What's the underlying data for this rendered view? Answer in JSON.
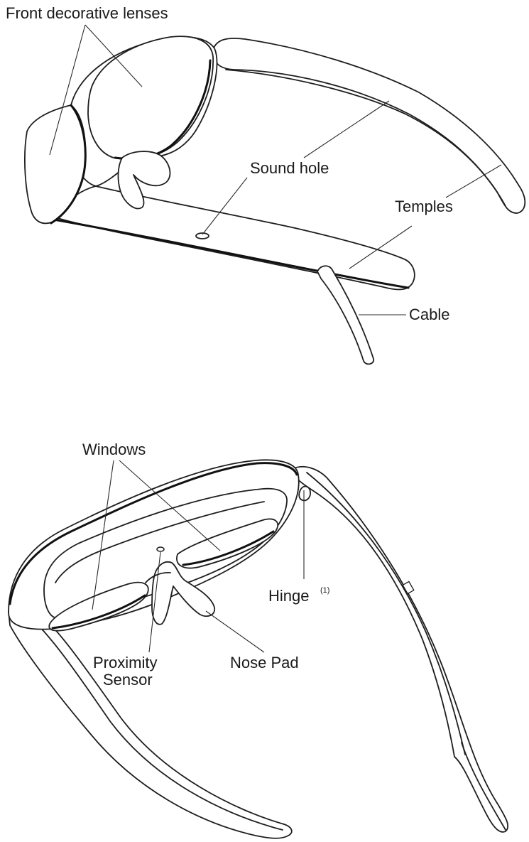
{
  "labels": {
    "front_lenses": "Front decorative lenses",
    "sound_hole": "Sound hole",
    "temples": "Temples",
    "cable": "Cable",
    "windows": "Windows",
    "hinge": "Hinge",
    "hinge_note": "(1)",
    "proximity_line1": "Proximity",
    "proximity_line2": "Sensor",
    "nose_pad": "Nose Pad"
  }
}
